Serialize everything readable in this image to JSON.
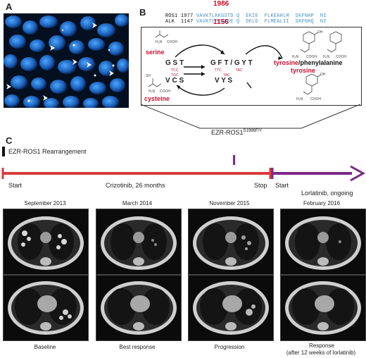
{
  "panels": {
    "a": {
      "letter": "A"
    },
    "b": {
      "letter": "B",
      "pos_top": "1986",
      "pos_bottom": "1156",
      "ros1_row": {
        "gene": "ROS1",
        "pos": "1977",
        "seq": "VAVKTLKKGSTD Q  EKIE  FLKEAHLM  SKFNHP  NI"
      },
      "alk_row": {
        "gene": "ALK",
        "pos": "1147",
        "seq": "VAVKTLPEVCSE Q  DELD  FLMEALII  SKFNHQ  NI"
      },
      "serine": "serine",
      "cysteine": "cysteine",
      "tyrosine_phe": "tyrosine/phenylalanine",
      "tyrosine_phe_part1": "tyrosine",
      "tyrosine_phe_part2": "/phenylalanine",
      "tyrosine": "tyrosine",
      "codon_gst": "G S T",
      "codon_vcs": "V C S",
      "codon_gft": "G F T / G Y T",
      "codon_vys": "V Y S",
      "codon_tcc": "TCC",
      "codon_tgc": "TGC",
      "codon_ttc": "TTC",
      "codon_tac": "TAC",
      "mut_label": "EZR-ROS1",
      "mut_sup": "S1986F/Y"
    },
    "c": {
      "letter": "C",
      "rearrangement": "EZR-ROS1 Rearrangement",
      "start_label": "Start",
      "crizotinib_label": "Crizotinib, 26 months",
      "stop_label": "Stop",
      "start2_label": "Start",
      "lorlatinib_label": "Lorlatinib, ongoing",
      "colors": {
        "crizotinib": "#d93b3b",
        "lorlatinib": "#7b2a86",
        "rearrangement": "#111111"
      },
      "scans": [
        {
          "date": "September 2013",
          "caption": "Baseline",
          "caption2": ""
        },
        {
          "date": "March 2014",
          "caption": "Best response",
          "caption2": ""
        },
        {
          "date": "November 2015",
          "caption": "Progression",
          "caption2": ""
        },
        {
          "date": "February 2016",
          "caption": "Response",
          "caption2": "(after 12 weeks of lorlatinib)"
        }
      ]
    }
  }
}
